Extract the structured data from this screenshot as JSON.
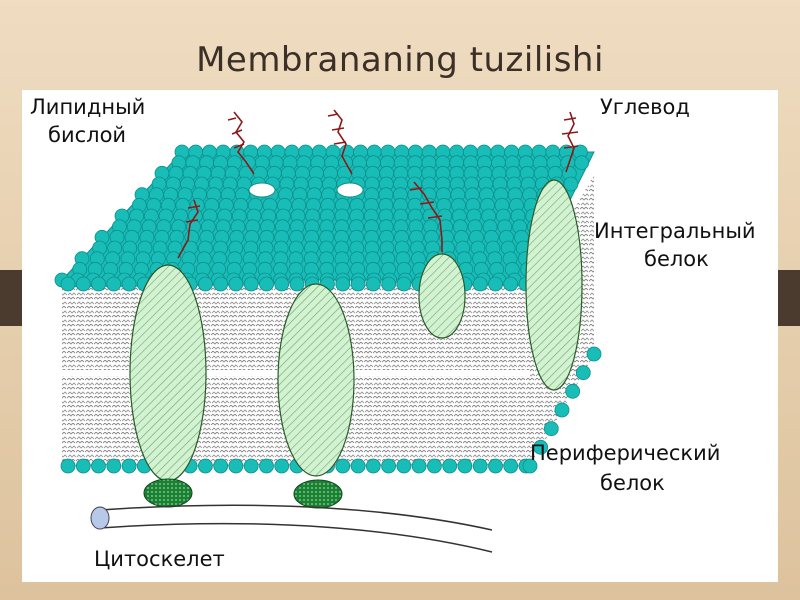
{
  "slide": {
    "title": "Membrananing tuzilishi",
    "colors": {
      "background": "#e8d2b2",
      "band": "#4a3b2e",
      "head": "#19bdb8",
      "protein": "#c9efc9",
      "peripheral": "#1f8a3a",
      "carbohydrate": "#8a1a1a"
    }
  },
  "diagram": {
    "labels": {
      "lipid_bilayer": [
        "Липидный",
        "бислой"
      ],
      "carbohydrate": "Углевод",
      "integral_protein": [
        "Интегральный",
        "белок"
      ],
      "peripheral_protein": [
        "Периферический",
        "белок"
      ],
      "cytoskeleton": "Цитоскелет"
    }
  }
}
